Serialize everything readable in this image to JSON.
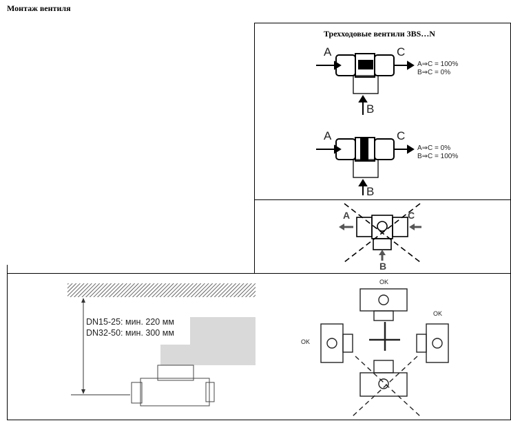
{
  "document": {
    "title": "Монтаж вентиля",
    "valve_section": {
      "heading": "Трехходовые вентили 3BS…N",
      "port_labels": {
        "a": "A",
        "b": "B",
        "c": "C"
      },
      "position_1": {
        "line1": "A⇒C = 100%",
        "line2": "B⇒C = 0%"
      },
      "position_2": {
        "line1": "A⇒C = 0%",
        "line2": "B⇒C = 100%"
      }
    },
    "clearance": {
      "line1": "DN15-25: мин. 220 мм",
      "line2": "DN32-50: мин. 300 мм"
    },
    "orientation": {
      "ok_top": "OK",
      "ok_left": "OK",
      "ok_right": "OK"
    }
  }
}
